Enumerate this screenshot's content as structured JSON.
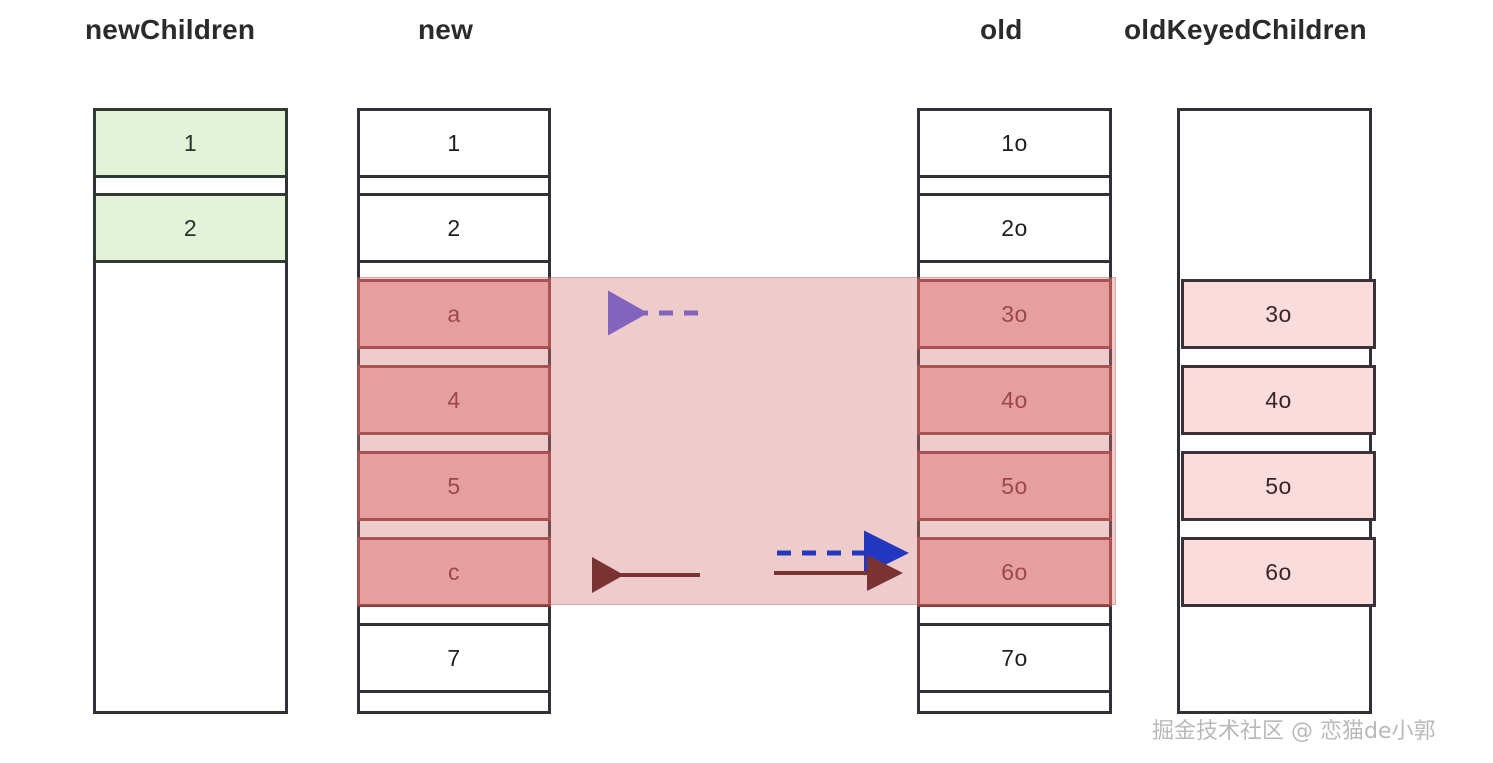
{
  "diagram": {
    "title_row": {
      "newChildren": "newChildren",
      "new": "new",
      "old": "old",
      "oldKeyedChildren": "oldKeyedChildren"
    },
    "columns": [
      {
        "key": "newChildren",
        "header": "newChildren",
        "rows": [
          {
            "label": "1",
            "style": "green"
          },
          {
            "label": "2",
            "style": "green"
          }
        ],
        "trailing_empty": true
      },
      {
        "key": "new",
        "header": "new",
        "rows": [
          {
            "label": "1",
            "style": "plain"
          },
          {
            "label": "2",
            "style": "plain"
          },
          {
            "label": "a",
            "style": "pink-strong"
          },
          {
            "label": "4",
            "style": "pink-strong"
          },
          {
            "label": "5",
            "style": "pink-strong"
          },
          {
            "label": "c",
            "style": "pink-strong"
          },
          {
            "label": "7",
            "style": "plain"
          }
        ],
        "trailing_empty": false
      },
      {
        "key": "old",
        "header": "old",
        "rows": [
          {
            "label": "1o",
            "style": "plain"
          },
          {
            "label": "2o",
            "style": "plain"
          },
          {
            "label": "3o",
            "style": "pink-strong"
          },
          {
            "label": "4o",
            "style": "pink-strong"
          },
          {
            "label": "5o",
            "style": "pink-strong"
          },
          {
            "label": "6o",
            "style": "pink-strong"
          },
          {
            "label": "7o",
            "style": "plain"
          }
        ],
        "trailing_empty": false
      },
      {
        "key": "oldKeyedChildren",
        "header": "oldKeyedChildren",
        "rows": [
          {
            "label": "3o",
            "style": "pink-soft"
          },
          {
            "label": "4o",
            "style": "pink-soft"
          },
          {
            "label": "5o",
            "style": "pink-soft"
          },
          {
            "label": "6o",
            "style": "pink-soft"
          }
        ],
        "leading_empty": true,
        "trailing_empty": true
      }
    ],
    "arrows": [
      {
        "name": "purple-dashed-left-arrow",
        "color": "#8264bd",
        "dashed": true,
        "direction": "left",
        "row": "a / 3o"
      },
      {
        "name": "blue-dashed-right-arrow",
        "color": "#2437c0",
        "dashed": true,
        "direction": "right",
        "row": "c / 6o"
      },
      {
        "name": "darkred-solid-right-arrow",
        "color": "#7a3333",
        "dashed": false,
        "direction": "right",
        "row": "c / 6o"
      },
      {
        "name": "darkred-solid-left-arrow",
        "color": "#7a3333",
        "dashed": false,
        "direction": "left",
        "row": "c / 6o"
      }
    ],
    "colors": {
      "green_fill": "#e4f2da",
      "pink_strong_fill": "#efb7b7",
      "pink_soft_fill": "#fadcdc",
      "band_fill": "#d67878",
      "border": "#2f3136",
      "purple": "#8264bd",
      "blue": "#2437c0",
      "dark_red": "#7a3333"
    },
    "watermark": "掘金技术社区 @ 恋猫de小郭"
  }
}
